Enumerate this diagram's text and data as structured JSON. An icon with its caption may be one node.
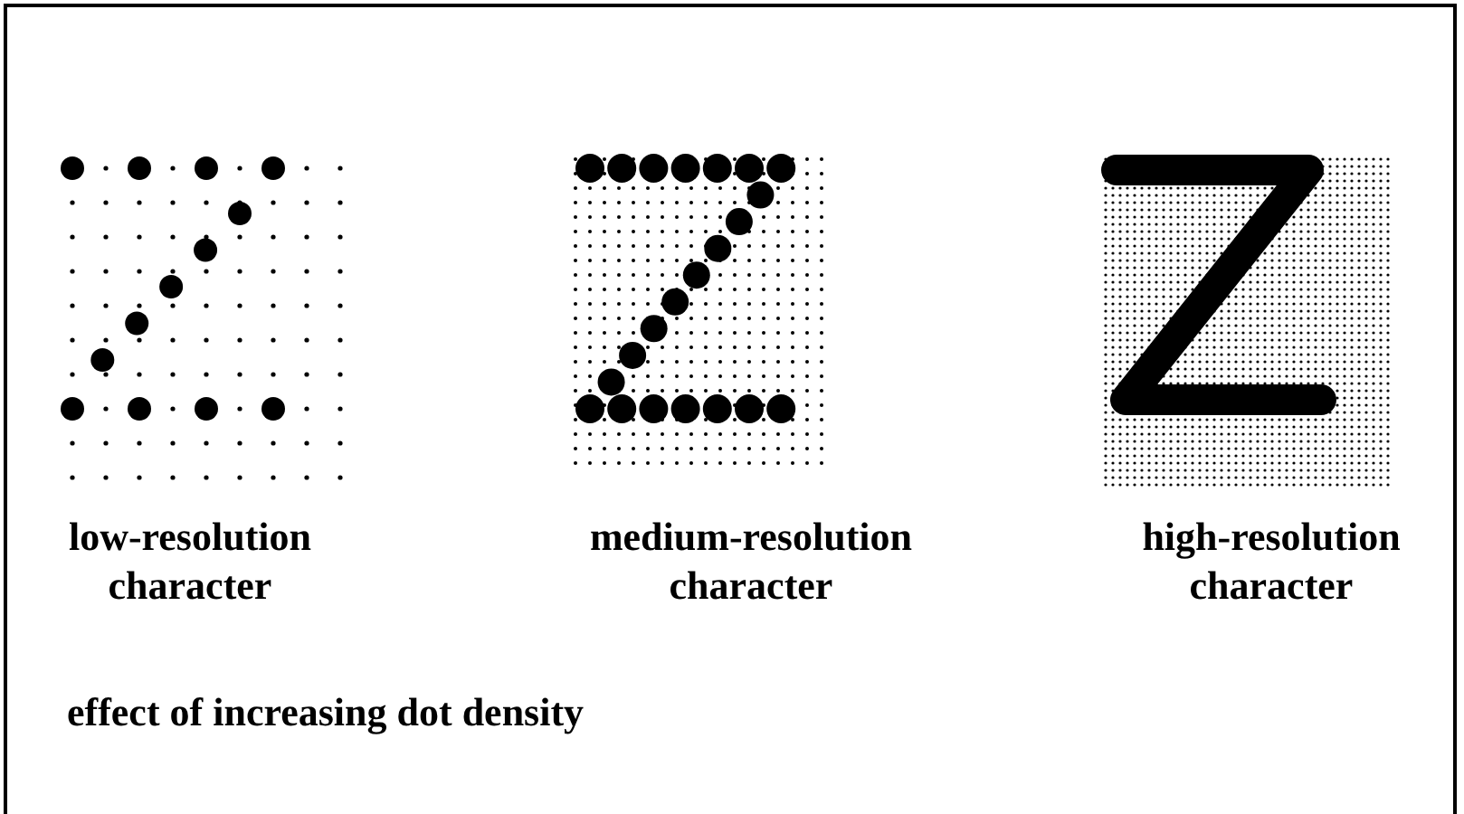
{
  "diagram": {
    "caption": "effect of increasing dot density",
    "labels": [
      "low-resolution character",
      "medium-resolution character",
      "high-resolution character"
    ]
  }
}
